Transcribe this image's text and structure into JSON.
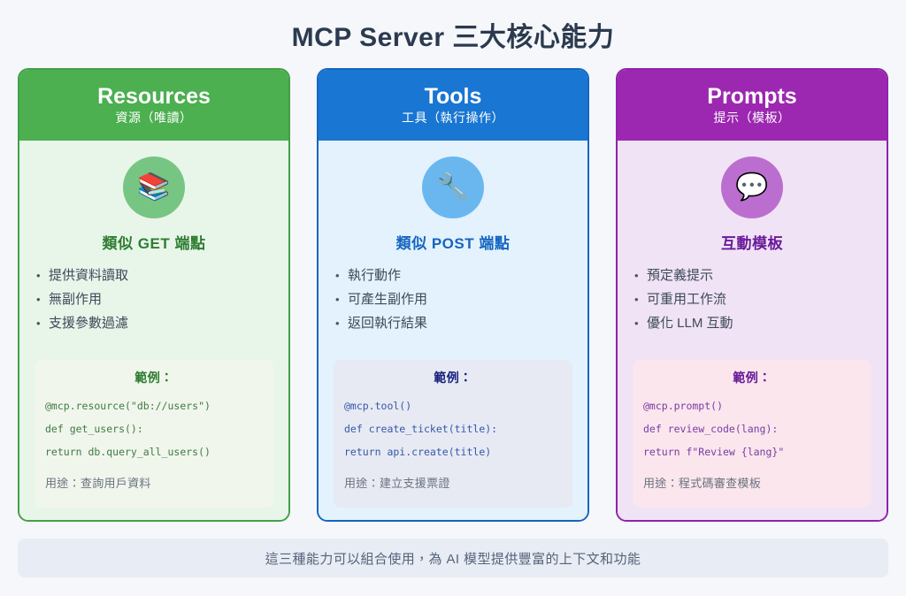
{
  "header": {
    "title": "MCP Server 三大核心能力"
  },
  "cards": [
    {
      "theme": "green",
      "accent": "#4caf50",
      "border_color": "#43a047",
      "title_en": "Resources",
      "title_zh": "資源（唯讀）",
      "icon": "books-icon",
      "icon_glyph": "📚",
      "subtitle": "類似 GET 端點",
      "bullets": [
        "提供資料讀取",
        "無副作用",
        "支援參數過濾"
      ],
      "code_title": "範例：",
      "code_lines": [
        "@mcp.resource(\"db://users\")",
        "def get_users():",
        "return db.query_all_users()"
      ],
      "usage": "用途：查詢用戶資料"
    },
    {
      "theme": "blue",
      "accent": "#1976d2",
      "border_color": "#1565c0",
      "title_en": "Tools",
      "title_zh": "工具（執行操作）",
      "icon": "wrench-icon",
      "icon_glyph": "🔧",
      "subtitle": "類似 POST 端點",
      "bullets": [
        "執行動作",
        "可產生副作用",
        "返回執行結果"
      ],
      "code_title": "範例：",
      "code_lines": [
        "@mcp.tool()",
        "def create_ticket(title):",
        "return api.create(title)"
      ],
      "usage": "用途：建立支援票證"
    },
    {
      "theme": "purple",
      "accent": "#9c27b0",
      "border_color": "#8e24aa",
      "title_en": "Prompts",
      "title_zh": "提示（模板）",
      "icon": "speech-balloon-icon",
      "icon_glyph": "💬",
      "subtitle": "互動模板",
      "bullets": [
        "預定義提示",
        "可重用工作流",
        "優化 LLM 互動"
      ],
      "code_title": "範例：",
      "code_lines": [
        "@mcp.prompt()",
        "def review_code(lang):",
        "return f\"Review {lang}\""
      ],
      "usage": "用途：程式碼審查模板"
    }
  ],
  "footer": {
    "note": "這三種能力可以組合使用，為 AI 模型提供豐富的上下文和功能"
  }
}
